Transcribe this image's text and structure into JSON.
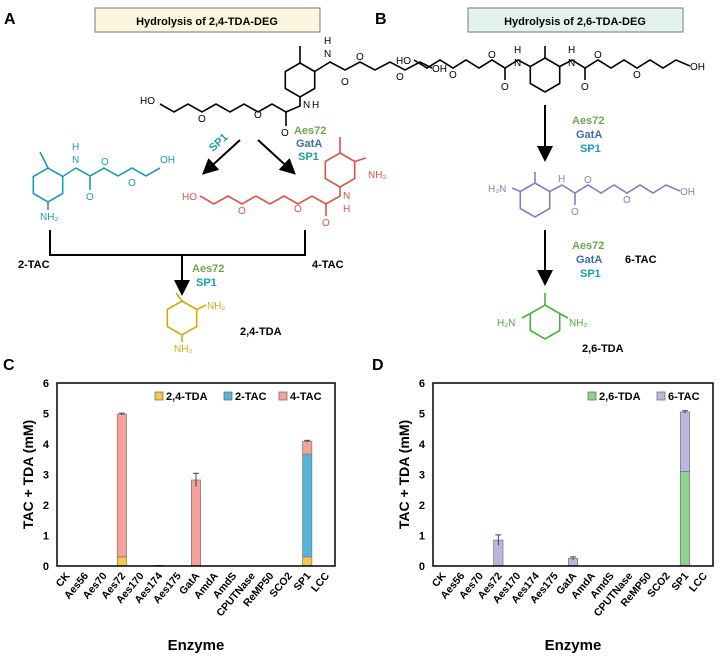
{
  "panels": {
    "A": {
      "letter": "A",
      "title": "Hydrolysis of 2,4-TDA-DEG"
    },
    "B": {
      "letter": "B",
      "title": "Hydrolysis of 2,6-TDA-DEG"
    },
    "C": {
      "letter": "C"
    },
    "D": {
      "letter": "D"
    }
  },
  "atoms": {
    "nh2": "NH₂",
    "h2n": "H₂N",
    "oh": "OH",
    "ho": "HO",
    "n": "N",
    "h": "H",
    "o": "O"
  },
  "enzymes": {
    "aes72": "Aes72",
    "gata": "GatA",
    "sp1": "SP1"
  },
  "compounds": {
    "tac2": "2-TAC",
    "tac4": "4-TAC",
    "tda24": "2,4-TDA",
    "tac6": "6-TAC",
    "tda26": "2,6-TDA"
  },
  "colors": {
    "tda24": "#f2c84b",
    "tac2": "#56b4d9",
    "tac4": "#f4a29a",
    "tda26": "#8fd18f",
    "tac6": "#b9b6e0",
    "green_text": "#6aa84f",
    "blue_text": "#3a6fb0",
    "teal_text": "#1f9bb0",
    "red_struct": "#d9534f",
    "purple_struct": "#8a7cc4",
    "yellow_struct": "#d4a90f",
    "green_struct": "#4caf3f"
  },
  "chart_data": [
    {
      "type": "bar",
      "stacked": true,
      "panel": "C",
      "categories": [
        "CK",
        "Aes56",
        "Aes70",
        "Aes72",
        "Aes170",
        "Aes174",
        "Aes175",
        "GatA",
        "AmdA",
        "AmdS",
        "CPUTNase",
        "ReMP50",
        "SCO2",
        "SP1",
        "LCC"
      ],
      "series": [
        {
          "name": "2,4-TDA",
          "color": "#f2c84b",
          "values": [
            0,
            0,
            0,
            0.3,
            0,
            0.02,
            0,
            0,
            0,
            0,
            0,
            0,
            0,
            0.3,
            0
          ]
        },
        {
          "name": "2-TAC",
          "color": "#56b4d9",
          "values": [
            0,
            0,
            0,
            0,
            0,
            0,
            0,
            0,
            0,
            0,
            0,
            0,
            0,
            3.37,
            0
          ]
        },
        {
          "name": "4-TAC",
          "color": "#f4a29a",
          "values": [
            0,
            0,
            0,
            4.68,
            0,
            0,
            0,
            2.82,
            0,
            0,
            0,
            0,
            0,
            0.42,
            0
          ]
        }
      ],
      "errors": [
        0,
        0,
        0,
        0.03,
        0,
        0,
        0,
        0.22,
        0,
        0,
        0,
        0,
        0,
        0.03,
        0
      ],
      "xlabel": "Enzyme",
      "ylabel": "TAC + TDA (mM)",
      "ylim": [
        0,
        6
      ],
      "yticks": [
        "0",
        "1",
        "2",
        "3",
        "4",
        "5",
        "6"
      ],
      "legend": "top-right"
    },
    {
      "type": "bar",
      "stacked": true,
      "panel": "D",
      "categories": [
        "CK",
        "Aes56",
        "Aes70",
        "Aes72",
        "Aes170",
        "Aes174",
        "Aes175",
        "GatA",
        "AmdA",
        "AmdS",
        "CPUTNase",
        "ReMP50",
        "SCO2",
        "SP1",
        "LCC"
      ],
      "series": [
        {
          "name": "2,6-TDA",
          "color": "#8fd18f",
          "values": [
            0,
            0,
            0,
            0,
            0,
            0,
            0,
            0,
            0,
            0,
            0,
            0,
            0,
            3.1,
            0
          ]
        },
        {
          "name": "6-TAC",
          "color": "#b9b6e0",
          "values": [
            0,
            0,
            0,
            0.85,
            0,
            0,
            0,
            0.25,
            0,
            0,
            0,
            0,
            0,
            1.95,
            0
          ]
        }
      ],
      "errors": [
        0,
        0,
        0,
        0.17,
        0,
        0,
        0,
        0.05,
        0,
        0,
        0,
        0,
        0,
        0.04,
        0
      ],
      "xlabel": "Enzyme",
      "ylabel": "TAC + TDA (mM)",
      "ylim": [
        0,
        6
      ],
      "yticks": [
        "0",
        "1",
        "2",
        "3",
        "4",
        "5",
        "6"
      ],
      "legend": "top-right"
    }
  ]
}
